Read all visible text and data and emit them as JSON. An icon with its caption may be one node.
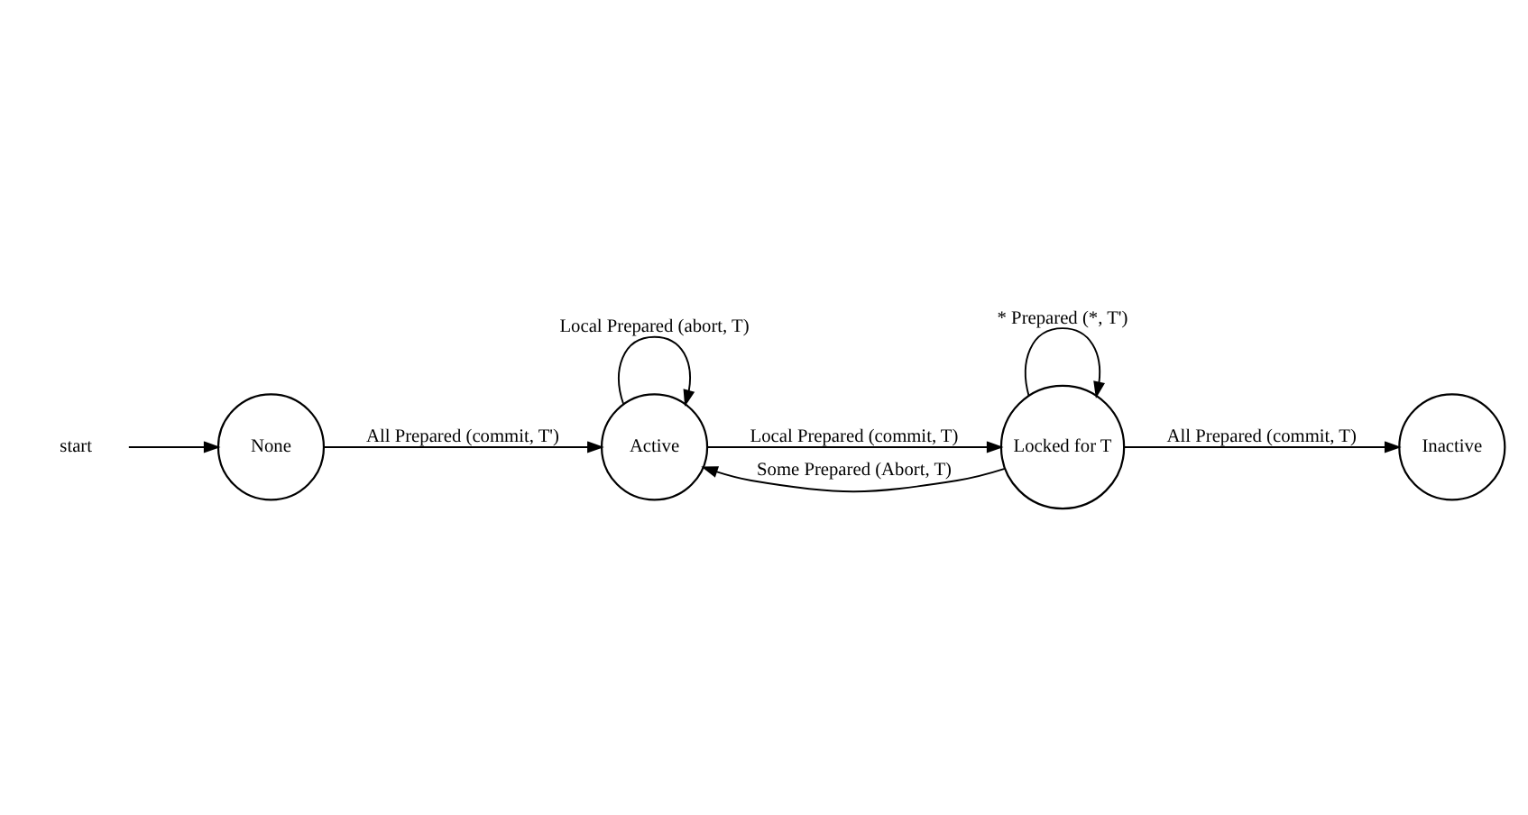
{
  "diagram": {
    "nodes": [
      {
        "text": [
          "start"
        ]
      },
      {
        "text": [
          "None"
        ]
      },
      {
        "text": [
          "Active"
        ]
      },
      {
        "text": [
          "Locked for T"
        ]
      },
      {
        "text": [
          "Inactive"
        ]
      }
    ],
    "edges": [
      {
        "from": 0,
        "to": 1,
        "arrow": "to"
      },
      {
        "from": 1,
        "to": 2,
        "arrow": "to",
        "label": "All Prepared (commit, T')"
      },
      {
        "from": 2,
        "to": 2,
        "arrow": "to",
        "label": "Local Prepared (abort, T)"
      },
      {
        "from": 2,
        "to": 3,
        "arrow": "to",
        "label": "Local Prepared (commit, T)"
      },
      {
        "from": 3,
        "to": 3,
        "arrow": "to",
        "label": "* Prepared (*, T')"
      },
      {
        "from": 3,
        "to": 2,
        "arrow": "to",
        "label": "Some Prepared (Abort, T)"
      },
      {
        "from": 3,
        "to": 4,
        "arrow": "to",
        "label": "All Prepared (commit, T)"
      }
    ]
  }
}
